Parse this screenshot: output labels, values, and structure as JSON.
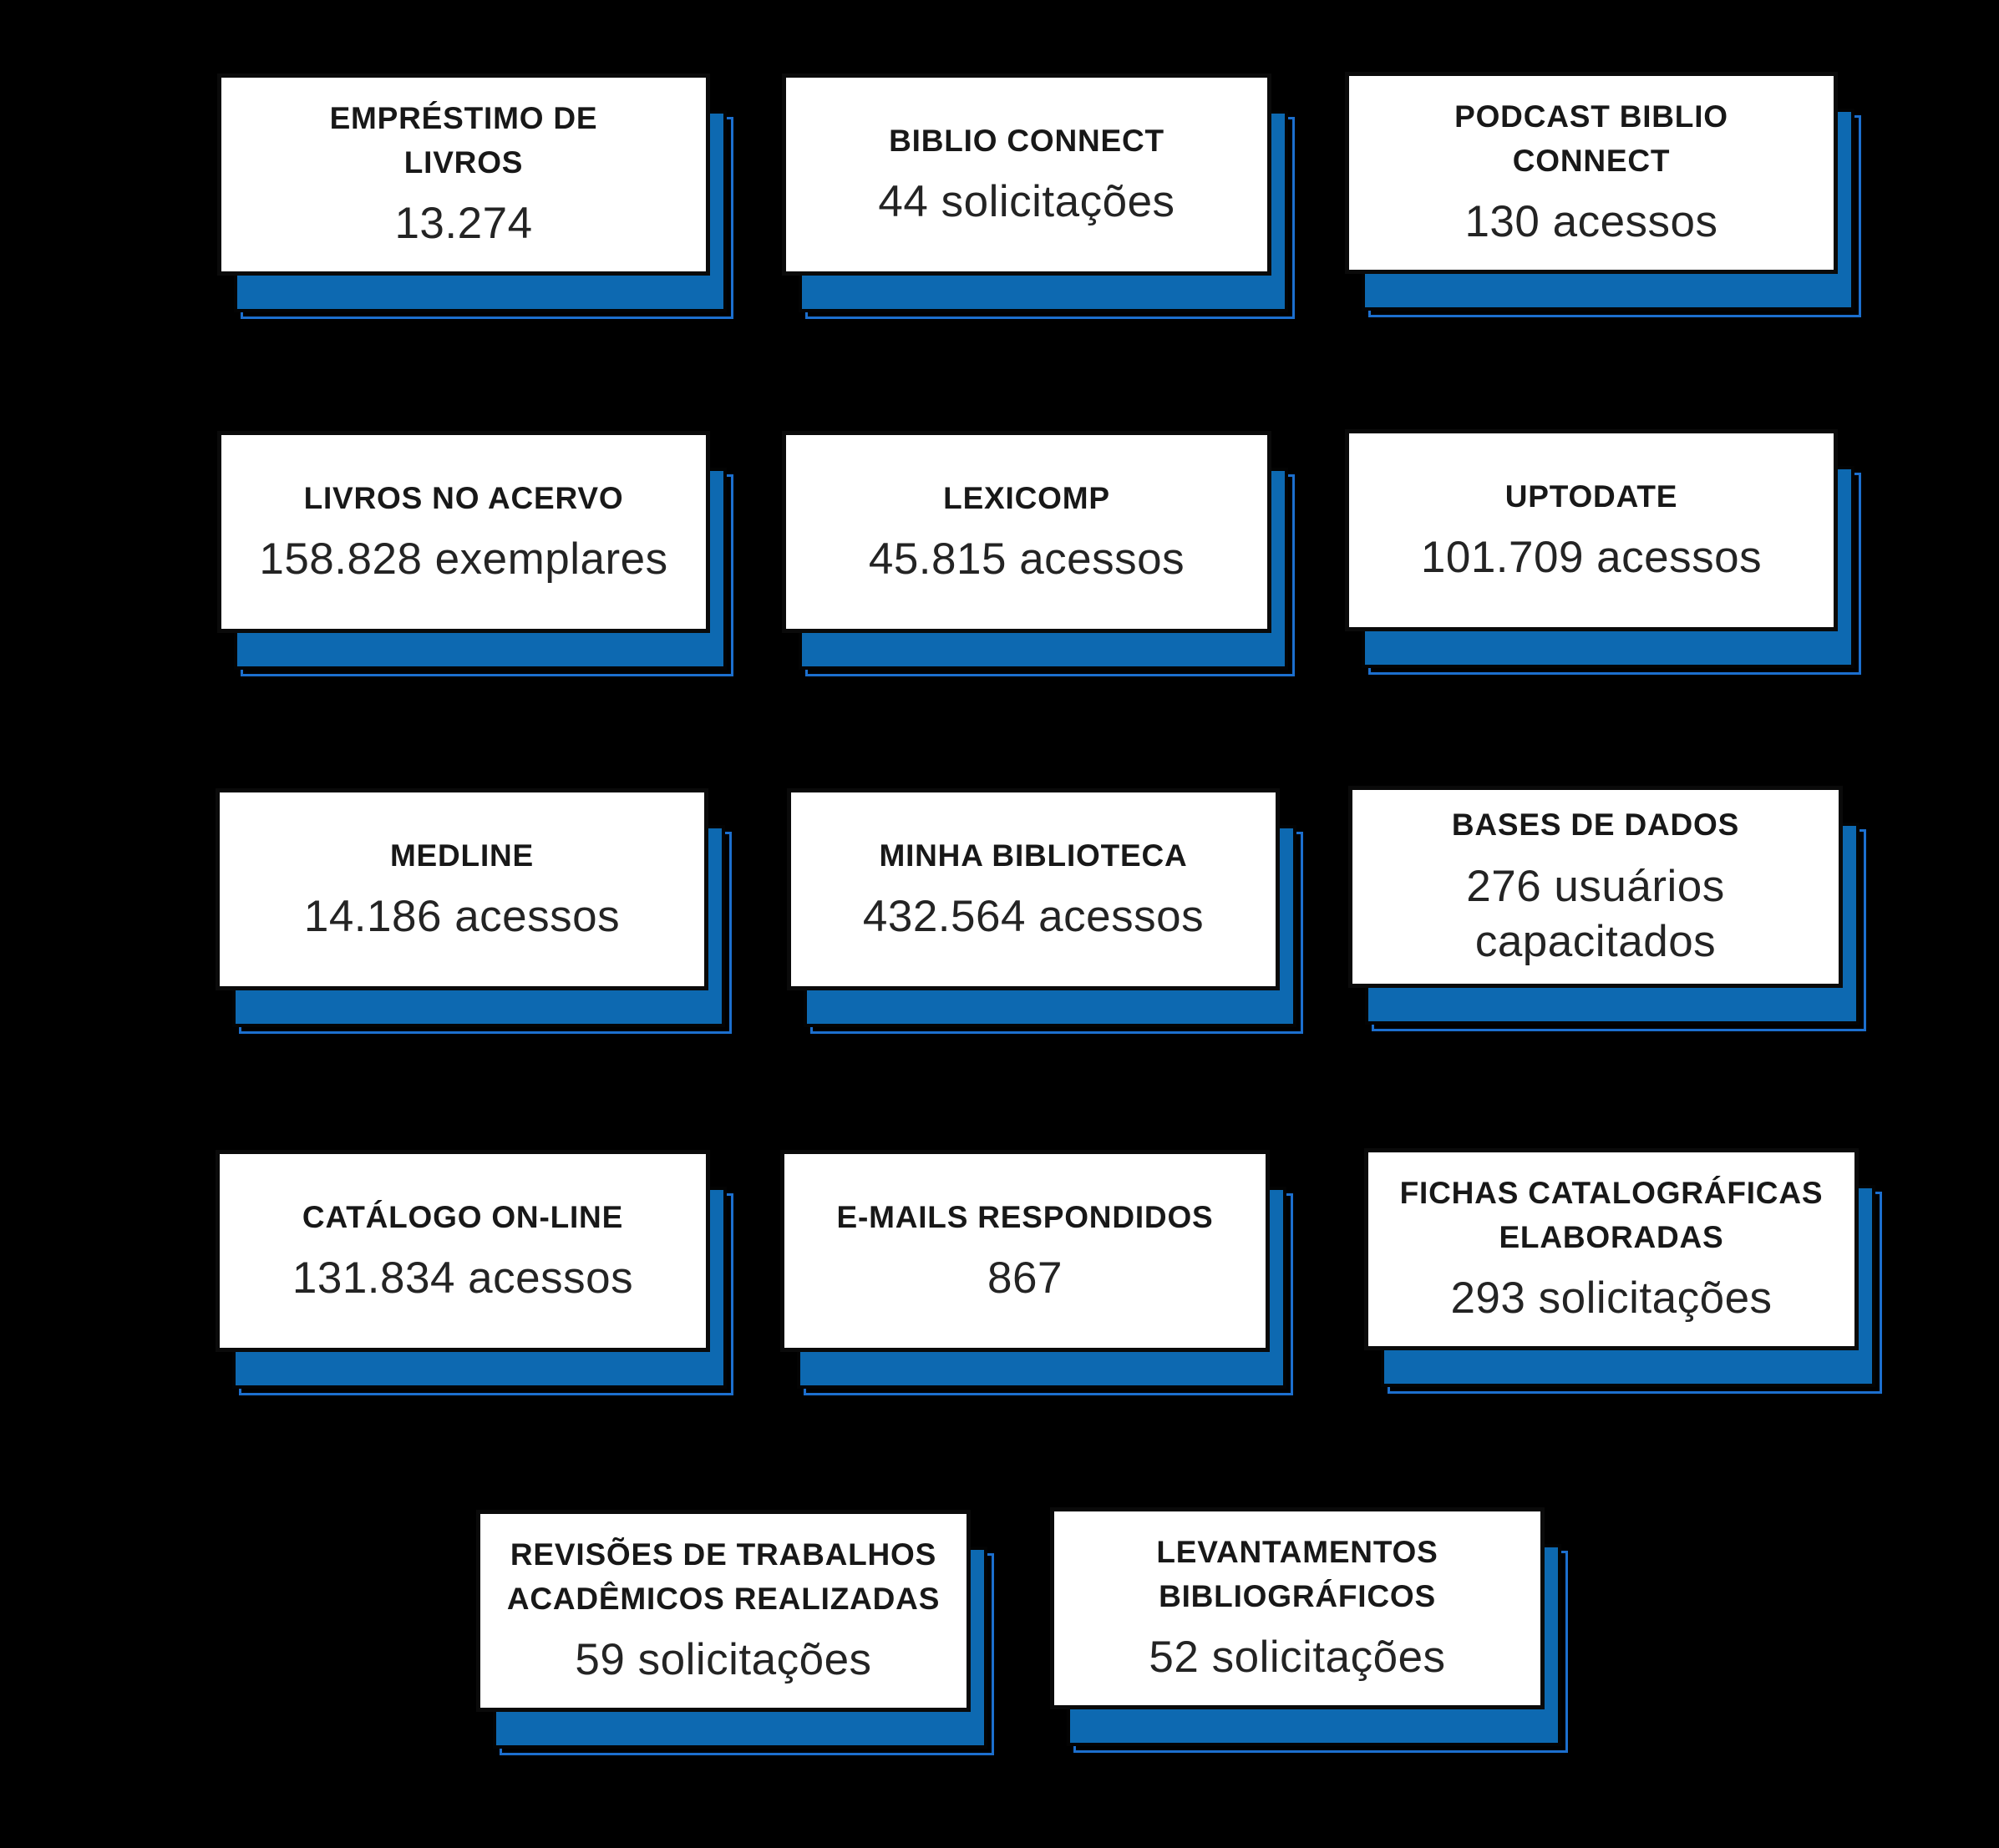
{
  "background_color": "#000000",
  "accent_blue": "#0d69b1",
  "outline_blue": "#1c6fce",
  "card_face_color": "#ffffff",
  "cards": [
    {
      "title": "EMPRÉSTIMO DE\nLIVROS",
      "value": "13.274"
    },
    {
      "title": "BIBLIO CONNECT",
      "value": "44 solicitações"
    },
    {
      "title": "PODCAST BIBLIO\nCONNECT",
      "value": "130 acessos"
    },
    {
      "title": "LIVROS NO ACERVO",
      "value": "158.828 exemplares"
    },
    {
      "title": "LEXICOMP",
      "value": "45.815 acessos"
    },
    {
      "title": "UPTODATE",
      "value": "101.709 acessos"
    },
    {
      "title": "MEDLINE",
      "value": "14.186 acessos"
    },
    {
      "title": "MINHA BIBLIOTECA",
      "value": "432.564 acessos"
    },
    {
      "title": "BASES DE DADOS",
      "value": "276 usuários\ncapacitados"
    },
    {
      "title": "CATÁLOGO ON-LINE",
      "value": "131.834 acessos"
    },
    {
      "title": "E-MAILS RESPONDIDOS",
      "value": "867"
    },
    {
      "title": "FICHAS CATALOGRÁFICAS\nELABORADAS",
      "value": "293 solicitações"
    },
    {
      "title": "REVISÕES DE TRABALHOS\nACADÊMICOS REALIZADAS",
      "value": "59 solicitações"
    },
    {
      "title": "LEVANTAMENTOS\nBIBLIOGRÁFICOS",
      "value": "52 solicitações"
    }
  ]
}
